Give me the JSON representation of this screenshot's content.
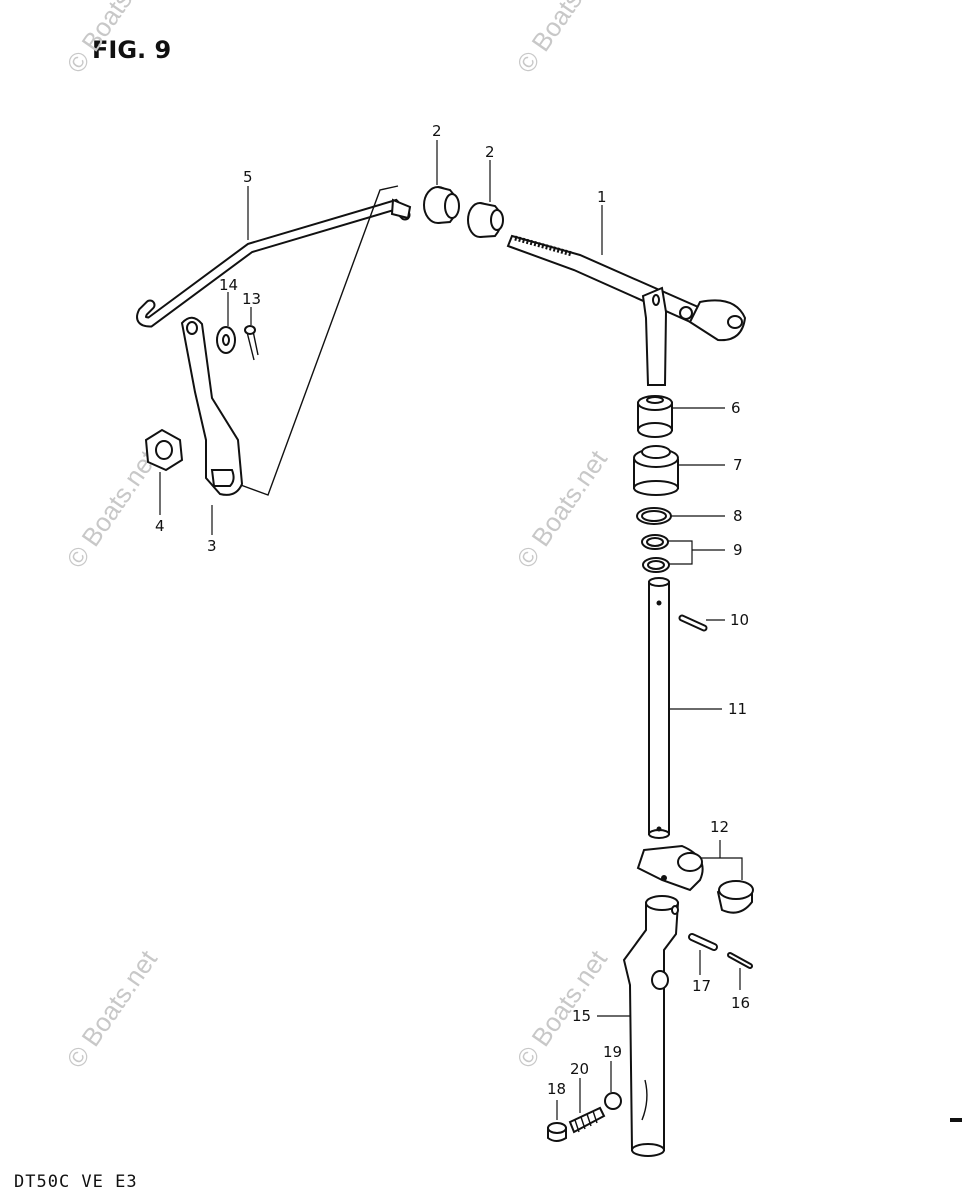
{
  "figure": {
    "title": "FIG. 9",
    "model_code": "DT50C VE E3"
  },
  "watermark": "© Boats.net",
  "callouts": [
    {
      "num": "1"
    },
    {
      "num": "2"
    },
    {
      "num": "2"
    },
    {
      "num": "3"
    },
    {
      "num": "4"
    },
    {
      "num": "5"
    },
    {
      "num": "6"
    },
    {
      "num": "7"
    },
    {
      "num": "8"
    },
    {
      "num": "9"
    },
    {
      "num": "10"
    },
    {
      "num": "11"
    },
    {
      "num": "12"
    },
    {
      "num": "13"
    },
    {
      "num": "14"
    },
    {
      "num": "15"
    },
    {
      "num": "16"
    },
    {
      "num": "17"
    },
    {
      "num": "18"
    },
    {
      "num": "19"
    },
    {
      "num": "20"
    }
  ]
}
